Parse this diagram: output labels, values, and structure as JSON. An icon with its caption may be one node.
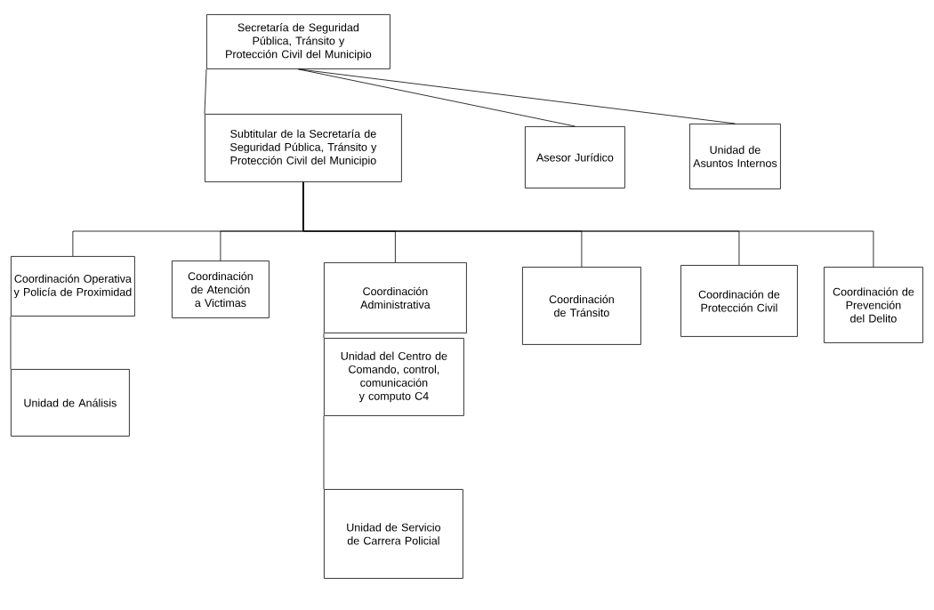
{
  "diagram": {
    "nodes": [
      {
        "text": [
          "Secretaría de Seguridad Pública, Tránsito y Protección Civil del Municipio"
        ]
      },
      {
        "text": [
          "Subtitular de la Secretaría de Seguridad Pública, Tránsito y Protección Civil del Municipio"
        ]
      },
      {
        "text": [
          "Asesor Jurídico"
        ]
      },
      {
        "text": [
          "Unidad de Asuntos Internos"
        ]
      },
      {
        "text": [
          "Coordinación Operativa y Policía de Proximidad"
        ]
      },
      {
        "text": [
          "Coordinación de Atención a Victimas"
        ]
      },
      {
        "text": [
          "Coordinación Administrativa"
        ]
      },
      {
        "text": [
          "Coordinación de Tránsito"
        ]
      },
      {
        "text": [
          "Coordinación de Protección Civil"
        ]
      },
      {
        "text": [
          "Coordinación de Prevención del Delito"
        ]
      },
      {
        "text": [
          "Unidad de Análisis"
        ]
      },
      {
        "text": [
          "Unidad del Centro de Comando, control, comunicación y computo C4"
        ]
      },
      {
        "text": [
          "Unidad de Servicio de Carrera Policial"
        ]
      }
    ],
    "edges": [
      {
        "from": 0,
        "to": 1,
        "arrow": "none"
      },
      {
        "from": 0,
        "to": 2,
        "arrow": "none"
      },
      {
        "from": 0,
        "to": 3,
        "arrow": "none"
      },
      {
        "from": 1,
        "to": 4,
        "arrow": "none"
      },
      {
        "from": 1,
        "to": 5,
        "arrow": "none"
      },
      {
        "from": 1,
        "to": 6,
        "arrow": "none"
      },
      {
        "from": 1,
        "to": 7,
        "arrow": "none"
      },
      {
        "from": 1,
        "to": 8,
        "arrow": "none"
      },
      {
        "from": 1,
        "to": 9,
        "arrow": "none"
      },
      {
        "from": 4,
        "to": 10,
        "arrow": "none"
      },
      {
        "from": 6,
        "to": 11,
        "arrow": "none"
      },
      {
        "from": 11,
        "to": 12,
        "arrow": "none"
      }
    ]
  }
}
